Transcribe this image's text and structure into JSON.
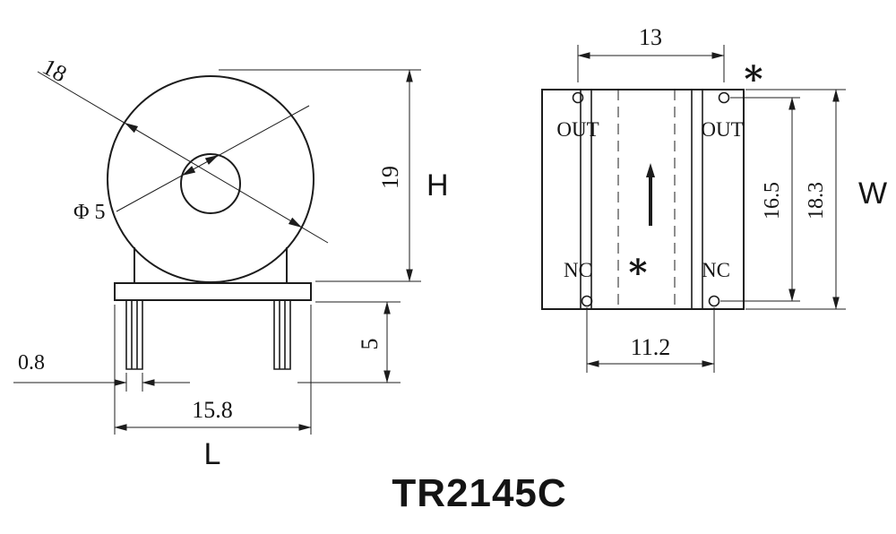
{
  "title": "TR2145C",
  "front_view": {
    "outer_diameter": "18",
    "hole_diameter": "Φ 5",
    "height": "19",
    "height_label": "H",
    "pin_length": "5",
    "pin_width": "0.8",
    "pin_pitch": "15.8",
    "length_label": "L"
  },
  "bottom_view": {
    "top_pitch": "13",
    "row_span": "16.5",
    "overall_width": "18.3",
    "width_label": "W",
    "bottom_pitch": "11.2",
    "pins": {
      "top_left": "OUT",
      "top_right": "OUT",
      "bottom_left": "NC",
      "bottom_right": "NC"
    },
    "star_inner": "*",
    "star_outer": "*"
  }
}
